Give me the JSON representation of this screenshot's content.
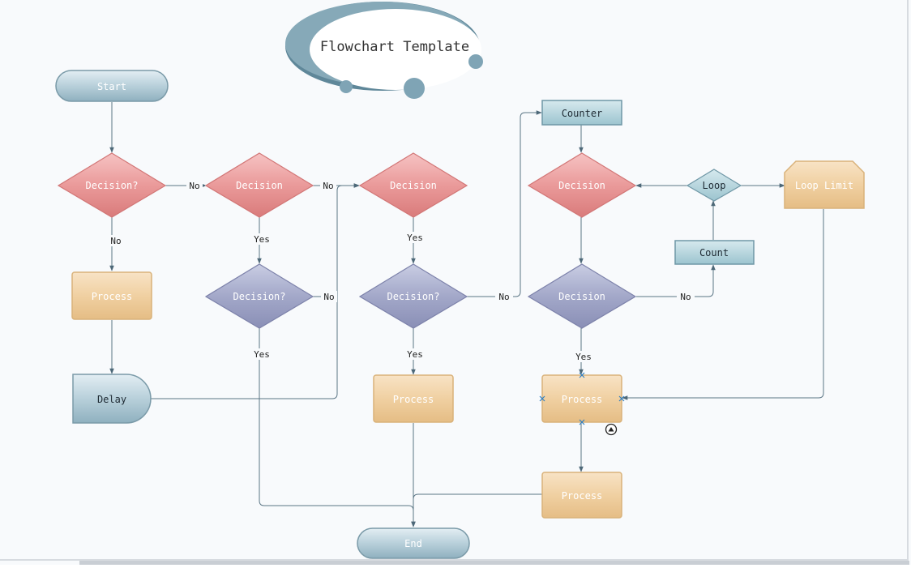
{
  "diagram": {
    "title": "Flowchart Template",
    "nodes": {
      "start": "Start",
      "decision_1": "Decision?",
      "decision_2": "Decision",
      "decision_3": "Decision",
      "decision_4": "Decision",
      "decision_5": "Decision?",
      "decision_6": "Decision?",
      "decision_7": "Decision",
      "process_1": "Process",
      "process_2": "Process",
      "process_3": "Process",
      "process_4": "Process",
      "delay": "Delay",
      "counter": "Counter",
      "loop": "Loop",
      "count": "Count",
      "loop_limit": "Loop Limit",
      "end": "End"
    },
    "edge_labels": {
      "d1_no_right": "No",
      "d2_no_right": "No",
      "d1_no_down": "No",
      "d2_yes": "Yes",
      "d3_yes": "Yes",
      "d5_no": "No",
      "d5_yes": "Yes",
      "d6_no": "No",
      "d6_yes": "Yes",
      "d7_no": "No",
      "d7_yes": "Yes"
    }
  }
}
